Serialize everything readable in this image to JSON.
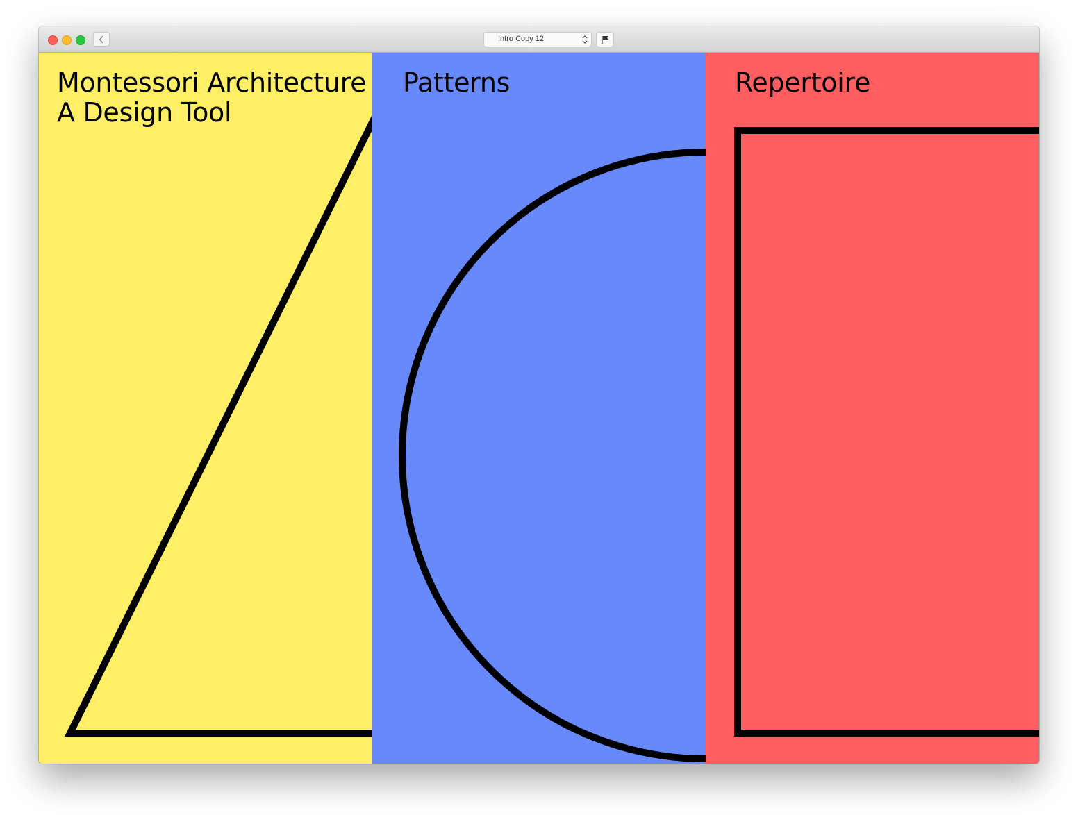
{
  "window": {
    "toolbar": {
      "back_button_label": "<",
      "artboard_selector": {
        "selected": "Intro Copy 12"
      },
      "flag_button_icon": "flag-icon"
    }
  },
  "panels": [
    {
      "id": "intro",
      "title": "Montessori Architecture\nA Design Tool",
      "color": "#FEEF67",
      "shape": "triangle"
    },
    {
      "id": "patterns",
      "title": "Patterns",
      "color": "#6889FC",
      "shape": "semicircle"
    },
    {
      "id": "repertoire",
      "title": "Repertoire",
      "color": "#FE5E5F",
      "shape": "rectangle"
    }
  ],
  "colors": {
    "yellow": "#FEEF67",
    "blue": "#6889FC",
    "red": "#FE5E5F",
    "stroke": "#000000"
  }
}
